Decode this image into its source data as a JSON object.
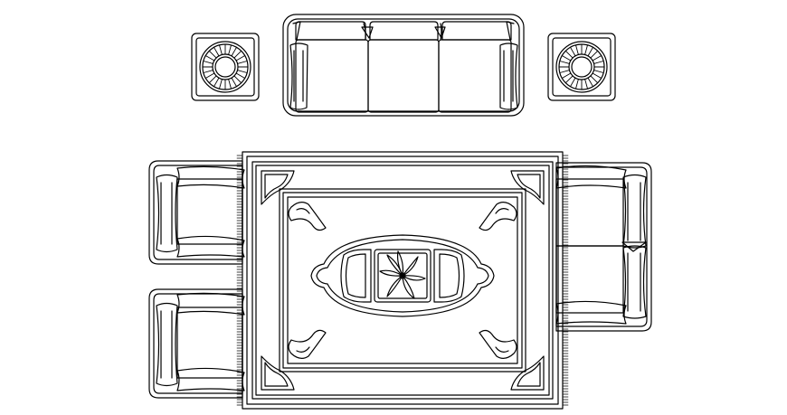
{
  "drawing": {
    "background": "#ffffff",
    "line_color": "#000000"
  },
  "furniture": [
    {
      "id": "three-seat-sofa",
      "icon": "sofa-icon"
    },
    {
      "id": "side-table-left",
      "icon": "side-table-icon"
    },
    {
      "id": "side-table-right",
      "icon": "side-table-icon"
    },
    {
      "id": "armchair-left-top",
      "icon": "armchair-icon"
    },
    {
      "id": "armchair-left-bottom",
      "icon": "armchair-icon"
    },
    {
      "id": "loveseat-right",
      "icon": "loveseat-icon"
    },
    {
      "id": "area-rug",
      "icon": "rug-icon"
    },
    {
      "id": "coffee-table",
      "icon": "coffee-table-icon"
    },
    {
      "id": "flower-centerpiece",
      "icon": "flower-icon"
    }
  ]
}
